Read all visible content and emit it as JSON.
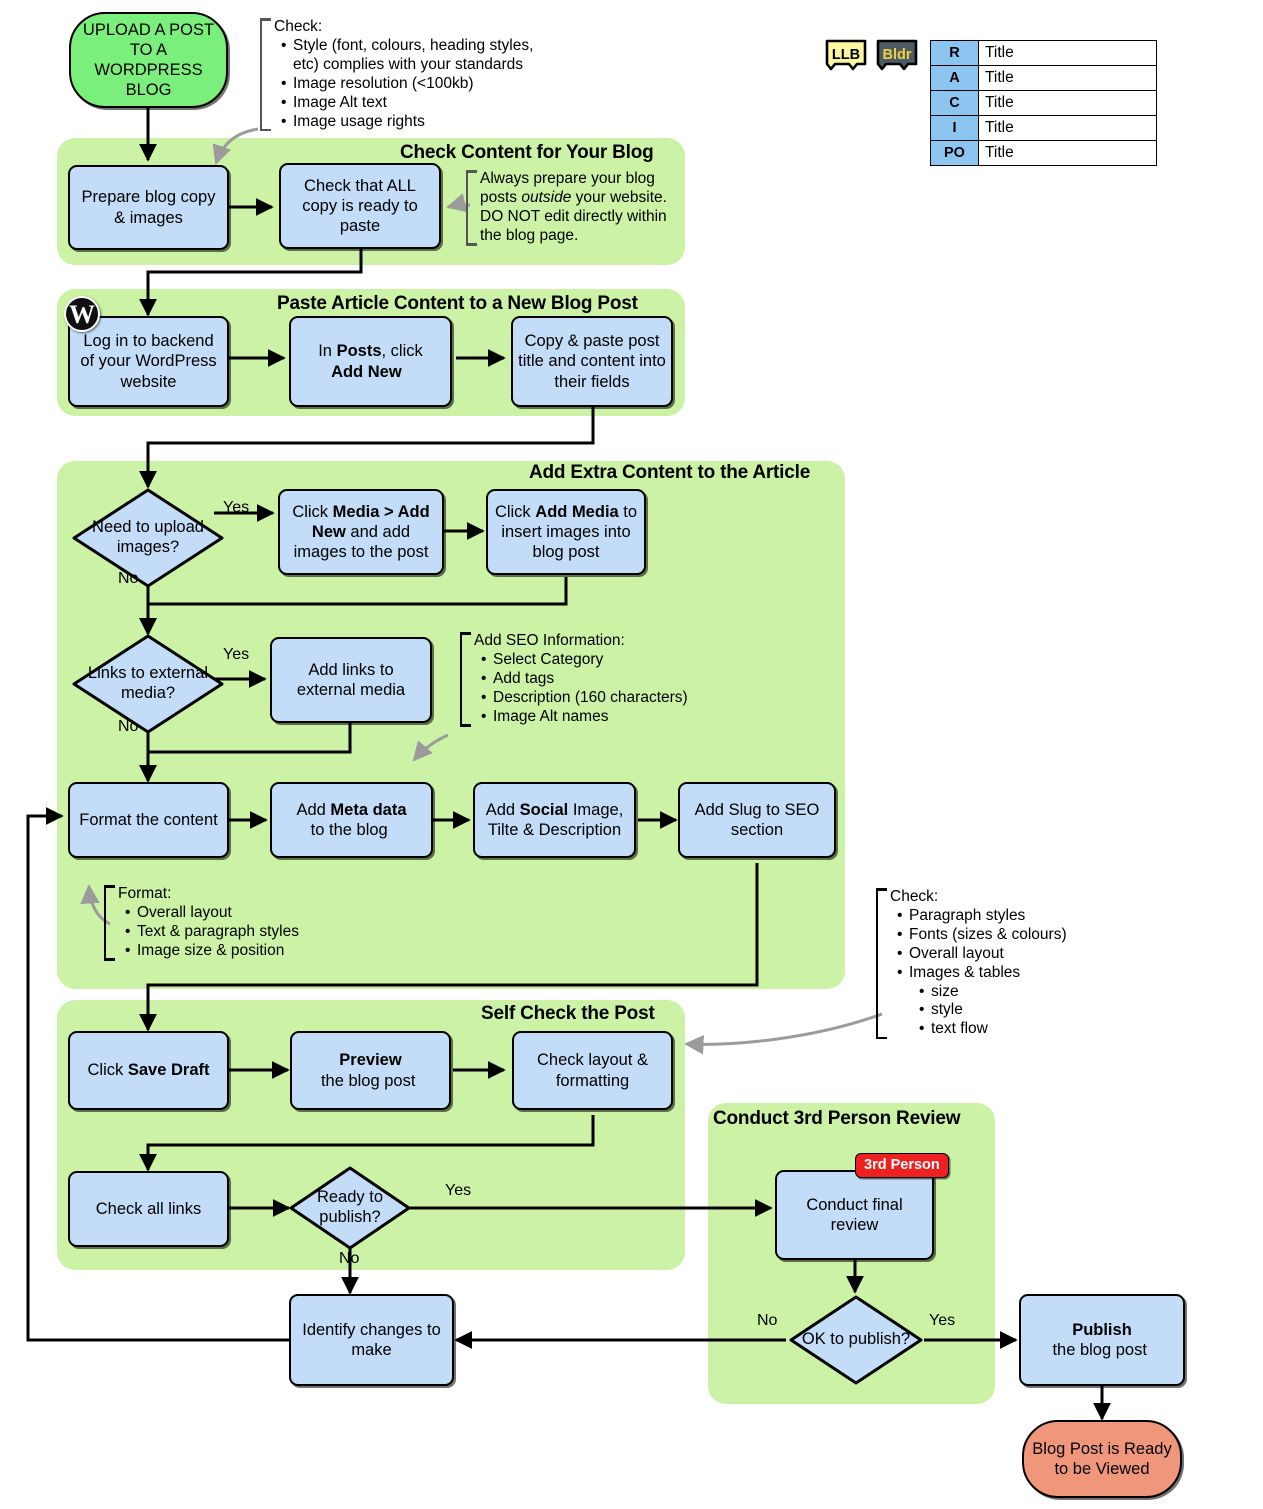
{
  "title": "UPLOAD A POST TO A WORDPRESS BLOG",
  "legend": {
    "badges": [
      {
        "name": "LLB",
        "label": "LLB",
        "fill": "#fbf8a0",
        "text": "#000000"
      },
      {
        "name": "Bldr",
        "label": "Bldr",
        "fill": "#4b5b66",
        "text": "#f2d03c"
      }
    ],
    "raci_rows": [
      {
        "key": "R",
        "value": "Title"
      },
      {
        "key": "A",
        "value": "Title"
      },
      {
        "key": "C",
        "value": "Title"
      },
      {
        "key": "I",
        "value": "Title"
      },
      {
        "key": "PO",
        "value": "Title"
      }
    ]
  },
  "start": {
    "label": "UPLOAD A POST TO A WORDPRESS BLOG"
  },
  "end": {
    "label": "Blog Post is Ready to be Viewed"
  },
  "panels": [
    {
      "id": "check-content",
      "title": "Check Content for Your Blog"
    },
    {
      "id": "paste-article",
      "title": "Paste Article Content to a New Blog Post"
    },
    {
      "id": "add-extra",
      "title": "Add Extra Content to the Article"
    },
    {
      "id": "self-check",
      "title": "Self Check the Post"
    },
    {
      "id": "third-person",
      "title": "Conduct 3rd Person Review"
    }
  ],
  "nodes": {
    "prepare_copy": "Prepare blog copy & images",
    "check_ready": "Check that ALL copy is ready to paste",
    "login": "Log in to backend of your WordPress website",
    "add_new": {
      "pre": "In ",
      "b1": "Posts",
      "mid": ", click ",
      "b2": "Add New"
    },
    "copy_paste": "Copy & paste post title and content into their fields",
    "need_images": "Need to upload images?",
    "click_media": {
      "pre": "Click ",
      "b1": "Media > Add New",
      "post": " and add images to the post"
    },
    "add_media": {
      "pre": "Click ",
      "b1": "Add Media",
      "post": " to insert images into blog post"
    },
    "links_external": "Links to external media?",
    "add_links": "Add links to external media",
    "format_content": "Format the content",
    "meta_data": {
      "pre": "Add ",
      "b1": "Meta data",
      "post": " to the blog"
    },
    "social": {
      "pre": "Add ",
      "b1": "Social",
      "post": " Image, Tilte & Description"
    },
    "slug": "Add Slug to SEO section",
    "save_draft": {
      "pre": "Click ",
      "b1": "Save Draft"
    },
    "preview": {
      "b1": "Preview",
      "post": " the blog post"
    },
    "check_layout": "Check layout & formatting",
    "check_links": "Check all links",
    "ready_publish": "Ready to publish?",
    "conduct_review": "Conduct final review",
    "ok_publish": "OK to publish?",
    "identify_changes": "Identify changes to make",
    "publish": {
      "b1": "Publish",
      "post": " the blog post"
    }
  },
  "tags": {
    "third_person": "3rd Person"
  },
  "edge_labels": {
    "yes_images": "Yes",
    "no_images": "No",
    "yes_links": "Yes",
    "no_links": "No",
    "yes_ready": "Yes",
    "no_ready": "No",
    "yes_ok": "Yes",
    "no_ok": "No"
  },
  "notes": {
    "check_style": {
      "header": "Check:",
      "items": [
        "Style (font, colours, heading styles, etc) complies with your standards",
        "Image resolution (<100kb)",
        "Image Alt text",
        "Image usage rights"
      ]
    },
    "prepare_outside": {
      "lines": [
        "Always prepare your blog",
        "posts outside your website.",
        "DO NOT edit directly within",
        "the blog page."
      ]
    },
    "seo": {
      "header": "Add SEO Information:",
      "items": [
        "Select Category",
        "Add tags",
        "Description (160 characters)",
        "Image Alt names"
      ]
    },
    "format": {
      "header": "Format:",
      "items": [
        "Overall layout",
        "Text & paragraph styles",
        "Image size & position"
      ]
    },
    "check_final": {
      "header": "Check:",
      "items": [
        "Paragraph styles",
        "Fonts (sizes & colours)",
        "Overall layout",
        "Images & tables"
      ],
      "subitems": [
        "size",
        "style",
        "text flow"
      ]
    }
  },
  "colors": {
    "panel": "#ccf2a5",
    "process": "#c3dcf7",
    "start": "#7bef7b",
    "end": "#f0977b",
    "tag": "#ef2020",
    "raci_key": "#8cc5f0"
  }
}
